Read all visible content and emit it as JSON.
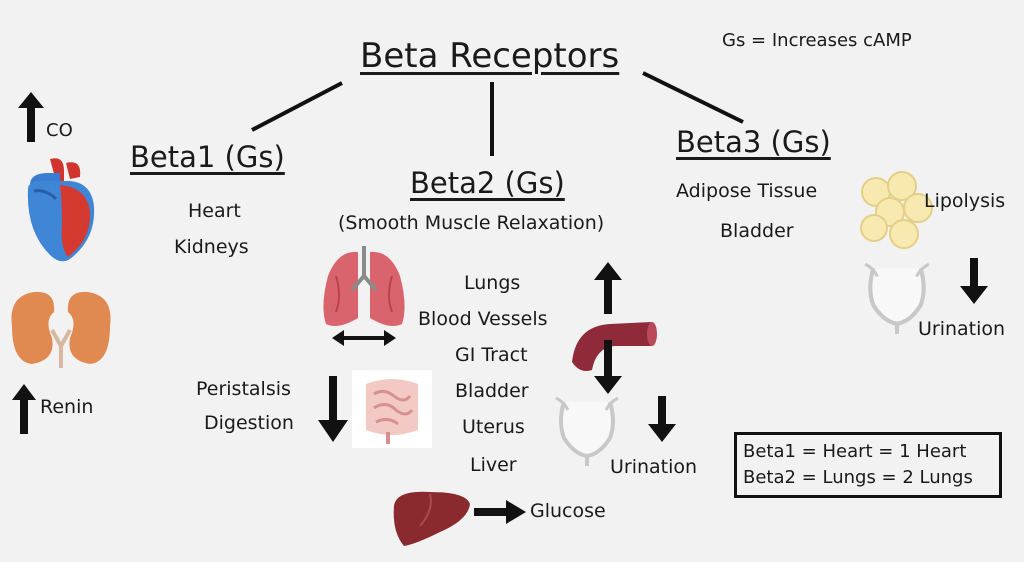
{
  "title": "Beta Receptors",
  "note": "Gs = Increases cAMP",
  "left": {
    "co_label": "CO",
    "renin_label": "Renin"
  },
  "beta1": {
    "heading": "Beta1 (Gs)",
    "items": [
      "Heart",
      "Kidneys"
    ]
  },
  "beta2": {
    "heading": "Beta2 (Gs)",
    "subheading": "(Smooth Muscle Relaxation)",
    "items": [
      "Lungs",
      "Blood Vessels",
      "GI Tract",
      "Bladder",
      "Uterus",
      "Liver"
    ],
    "peristalsis": "Peristalsis",
    "digestion": "Digestion",
    "urination": "Urination",
    "glucose": "Glucose"
  },
  "beta3": {
    "heading": "Beta3 (Gs)",
    "items": [
      "Adipose Tissue",
      "Bladder"
    ],
    "lipolysis": "Lipolysis",
    "urination": "Urination"
  },
  "mnemonic": {
    "line1": "Beta1 = Heart = 1 Heart",
    "line2": "Beta2 = Lungs = 2 Lungs"
  }
}
